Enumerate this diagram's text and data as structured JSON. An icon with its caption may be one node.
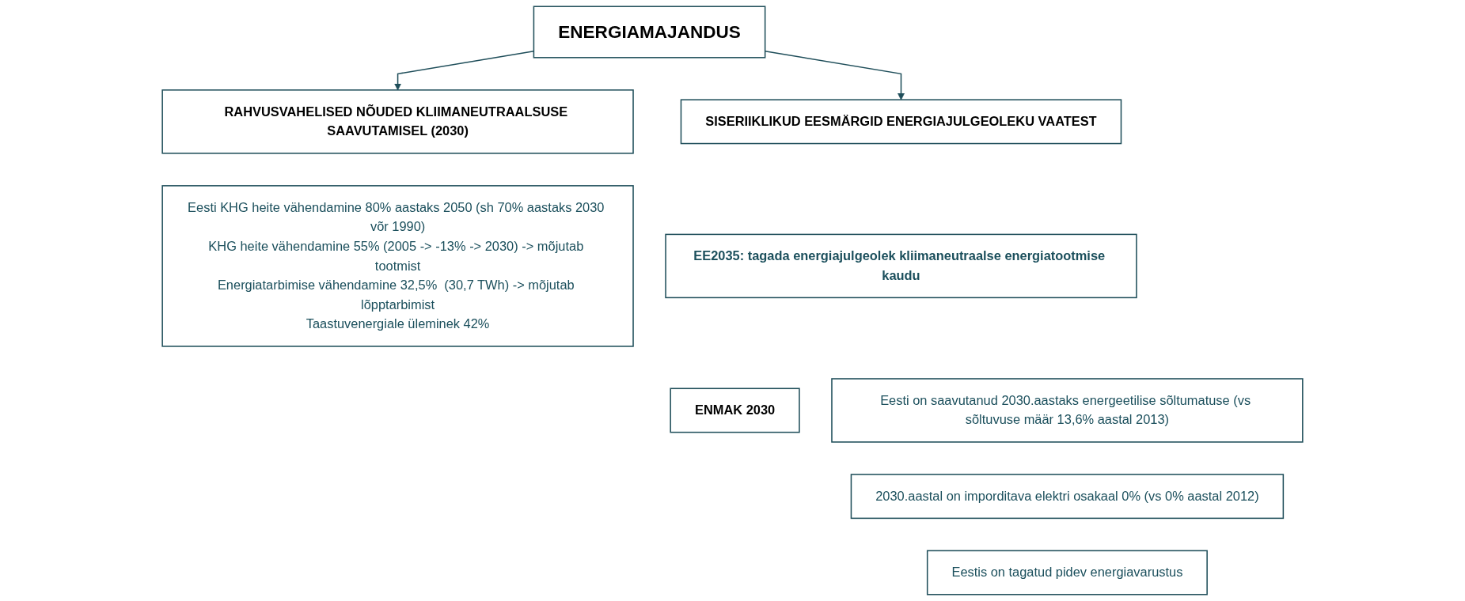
{
  "diagram": {
    "nodes": [
      {
        "text": [
          "ENERGIAMAJANDUS"
        ]
      },
      {
        "text": [
          "RAHVUSVAHELISED NÕUDED KLIIMANEUTRAALSUSE SAAVUTAMISEL (2030)"
        ]
      },
      {
        "text": [
          "SISERIIKLIKUD EESMÄRGID ENERGIAJULGEOLEKU VAATEST"
        ]
      },
      {
        "text": [
          "Eesti KHG heite vähendamine 80% aastaks 2050 (sh 70% aastaks 2030 võr 1990)",
          "KHG heite vähendamine 55% (2005 -> -13% -> 2030) -> mõjutab tootmist",
          "Energiatarbimise vähendamine 32,5%  (30,7 TWh) -> mõjutab lõpptarbimist",
          "Taastuvenergiale üleminek 42%"
        ]
      },
      {
        "text": [
          "EE2035: tagada energiajulgeolek kliimaneutraalse energiatootmise kaudu"
        ]
      },
      {
        "text": [
          "ENMAK 2030"
        ]
      },
      {
        "text": [
          "Eesti on saavutanud 2030.aastaks energeetilise sõltumatuse (vs sõltuvuse määr 13,6% aastal 2013)"
        ]
      },
      {
        "text": [
          "2030.aastal on imporditava elektri osakaal 0% (vs 0% aastal 2012)"
        ]
      },
      {
        "text": [
          "Eestis on tagatud pidev energiavarustus"
        ]
      }
    ],
    "edges": [
      {
        "from": 0,
        "to": 1,
        "arrow": "to"
      },
      {
        "from": 0,
        "to": 2,
        "arrow": "to"
      }
    ]
  }
}
